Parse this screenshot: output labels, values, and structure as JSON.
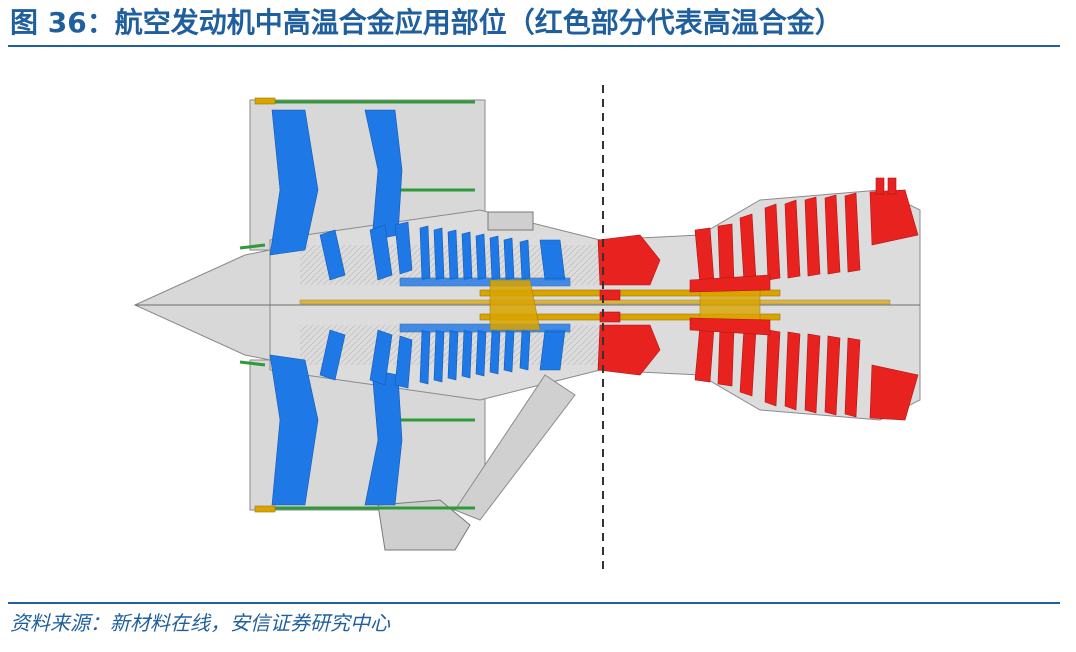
{
  "figure": {
    "title": "图 36：航空发动机中高温合金应用部位（红色部分代表高温合金）"
  },
  "source": {
    "text": "资料来源：新材料在线，安信证券研究中心"
  },
  "colors": {
    "title_blue": "#1f5f9e",
    "engine_grey": "#d8d8d8",
    "outline_grey": "#8a8a8a",
    "fan_compressor_blue": "#1e78e6",
    "high_temp_alloy_red": "#e8231f",
    "shaft_gold": "#d9a400",
    "liner_green": "#2f9a3a"
  },
  "diagram": {
    "type": "turbofan-engine-cross-section",
    "highlight_meaning": "red regions = superalloy parts"
  }
}
